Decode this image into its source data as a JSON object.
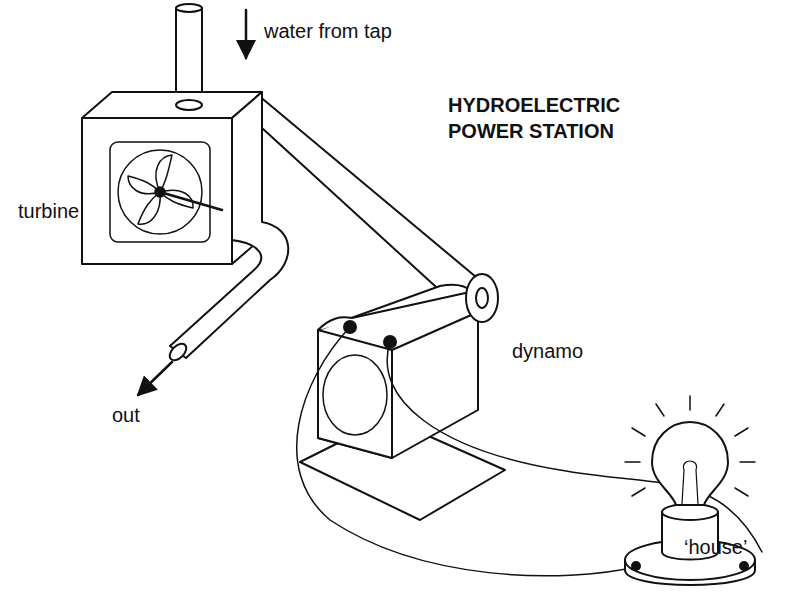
{
  "diagram": {
    "title": "HYDROELECTRIC POWER STATION",
    "labels": [
      "water from tap",
      "turbine",
      "dynamo",
      "out",
      "‘house’"
    ]
  }
}
